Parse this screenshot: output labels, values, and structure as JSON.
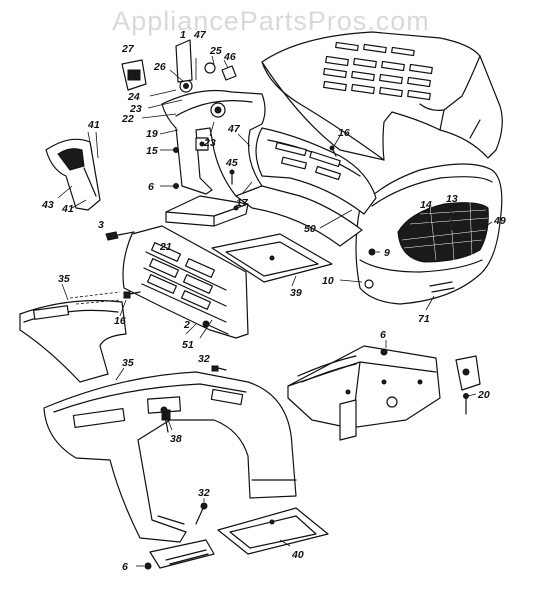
{
  "watermark": "AppliancePartsPros.com",
  "callouts": [
    "27",
    "1",
    "47",
    "46",
    "25",
    "26",
    "24",
    "23",
    "22",
    "23",
    "19",
    "15",
    "6",
    "47",
    "45",
    "16",
    "17",
    "41",
    "43",
    "41",
    "3",
    "21",
    "50",
    "14",
    "13",
    "49",
    "9",
    "10",
    "35",
    "16",
    "39",
    "2",
    "51",
    "32",
    "35",
    "6",
    "20",
    "71",
    "38",
    "32",
    "40",
    "6"
  ]
}
